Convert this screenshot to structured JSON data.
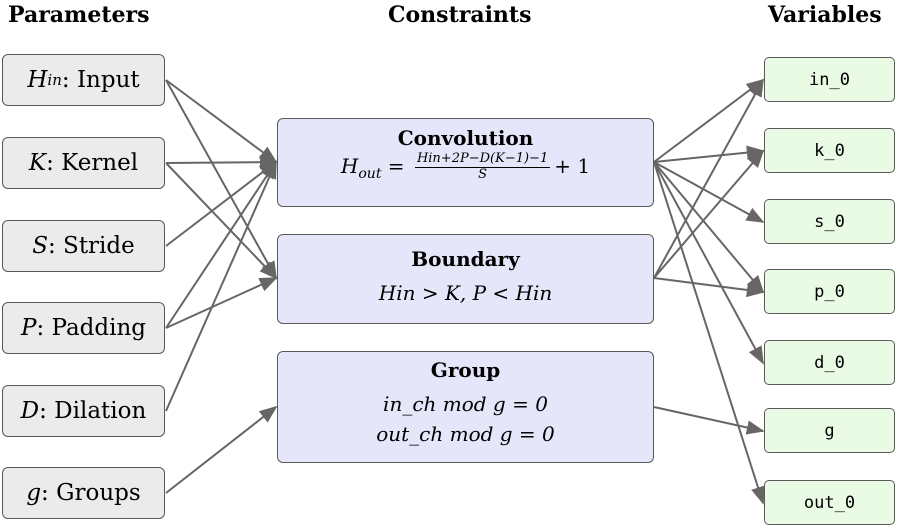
{
  "headings": {
    "parameters": "Parameters",
    "constraints": "Constraints",
    "variables": "Variables"
  },
  "parameters": [
    {
      "symbol": "H",
      "sub": "in",
      "label": ": Input"
    },
    {
      "symbol": "K",
      "sub": "",
      "label": ": Kernel"
    },
    {
      "symbol": "S",
      "sub": "",
      "label": ": Stride"
    },
    {
      "symbol": "P",
      "sub": "",
      "label": ": Padding"
    },
    {
      "symbol": "D",
      "sub": "",
      "label": ": Dilation"
    },
    {
      "symbol": "g",
      "sub": "",
      "label": ": Groups"
    }
  ],
  "constraints": {
    "convolution": {
      "title": "Convolution",
      "lhs": "H",
      "lhs_sub": "out",
      "equals": " = ",
      "numerator": "Hin+2P−D(K−1)−1",
      "denominator": "S",
      "rhs_tail": "+ 1"
    },
    "boundary": {
      "title": "Boundary",
      "expr": "Hin > K, P < Hin"
    },
    "group": {
      "title": "Group",
      "line1": "in_ch mod g = 0",
      "line2": "out_ch mod g = 0"
    }
  },
  "variables": [
    "in_0",
    "k_0",
    "s_0",
    "p_0",
    "d_0",
    "g",
    "out_0"
  ],
  "colors": {
    "param_fill": "#ebebeb",
    "constraint_fill": "#e6e6fa",
    "variable_fill": "#e9fbe5",
    "arrow": "#666666"
  },
  "edges": [
    {
      "from": "H_in",
      "to": "Convolution"
    },
    {
      "from": "H_in",
      "to": "Boundary"
    },
    {
      "from": "K",
      "to": "Convolution"
    },
    {
      "from": "K",
      "to": "Boundary"
    },
    {
      "from": "S",
      "to": "Convolution"
    },
    {
      "from": "P",
      "to": "Convolution"
    },
    {
      "from": "P",
      "to": "Boundary"
    },
    {
      "from": "D",
      "to": "Convolution"
    },
    {
      "from": "g",
      "to": "Group"
    },
    {
      "from": "Convolution",
      "to": "in_0"
    },
    {
      "from": "Convolution",
      "to": "k_0"
    },
    {
      "from": "Convolution",
      "to": "s_0"
    },
    {
      "from": "Convolution",
      "to": "p_0"
    },
    {
      "from": "Convolution",
      "to": "d_0"
    },
    {
      "from": "Convolution",
      "to": "out_0"
    },
    {
      "from": "Boundary",
      "to": "in_0"
    },
    {
      "from": "Boundary",
      "to": "k_0"
    },
    {
      "from": "Boundary",
      "to": "p_0"
    },
    {
      "from": "Group",
      "to": "g"
    }
  ]
}
